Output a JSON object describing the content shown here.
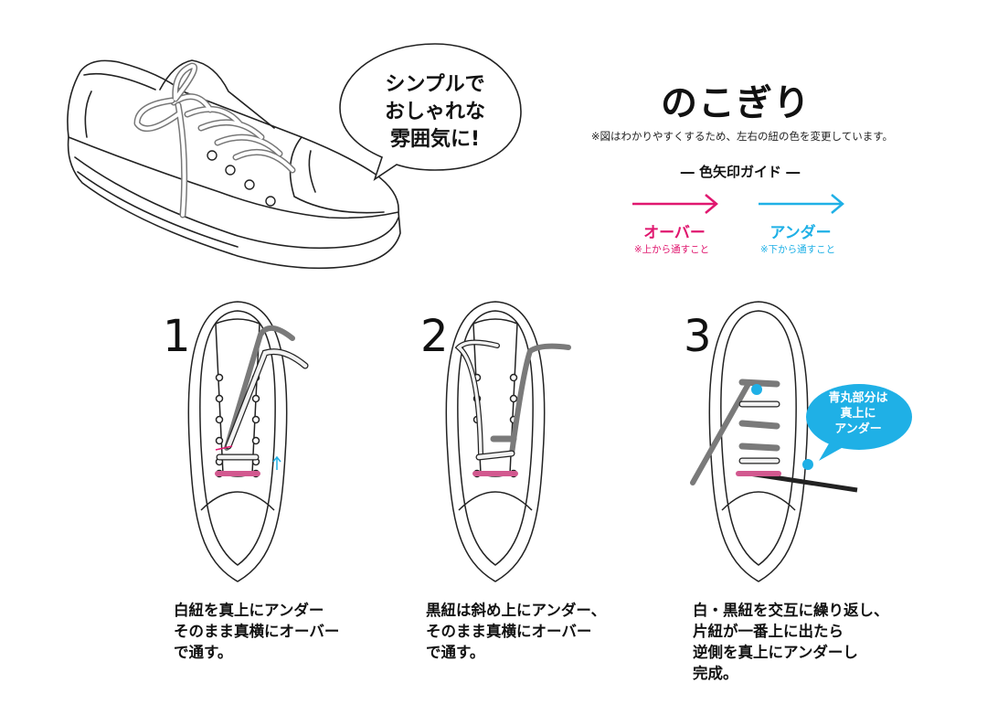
{
  "speech_bubble": {
    "lines": [
      "シンプルで",
      "おしゃれな",
      "雰囲気に!"
    ]
  },
  "title": "のこぎり",
  "note": "※図はわかりやすくするため、左右の紐の色を変更しています。",
  "guide": {
    "title": "― 色矢印ガイド ―",
    "over": {
      "label": "オーバー",
      "sub": "※上から通すこと",
      "color": "#e0176f"
    },
    "under": {
      "label": "アンダー",
      "sub": "※下から通すこと",
      "color": "#1fb0e6"
    }
  },
  "steps": [
    {
      "number": "1",
      "lines": [
        "白紐を真上にアンダー",
        "そのまま真横にオーバー",
        "で通す。"
      ]
    },
    {
      "number": "2",
      "lines": [
        "黒紐は斜め上にアンダー、",
        "そのまま真横にオーバー",
        "で通す。"
      ]
    },
    {
      "number": "3",
      "lines": [
        "白・黒紐を交互に繰り返し、",
        "片紐が一番上に出たら",
        "逆側を真上にアンダーし",
        "完成。"
      ]
    }
  ],
  "callout": {
    "lines": [
      "青丸部分は",
      "真上に",
      "アンダー"
    ]
  },
  "colors": {
    "pink_lace": "#d2588f",
    "dark_lace": "#7a7a7a",
    "white_lace": "#f2f2f2",
    "blue_dot": "#1fb0e6"
  }
}
